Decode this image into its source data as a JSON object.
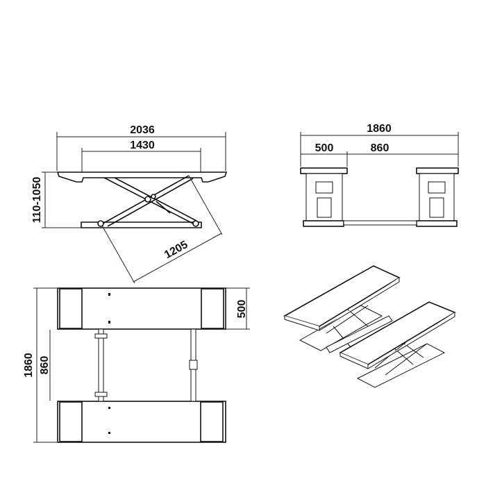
{
  "side_view": {
    "overall_length": "2036",
    "platform_inner_length": "1430",
    "height_range": "110-1050",
    "diagonal_length": "1205"
  },
  "front_view": {
    "overall_width": "1860",
    "platform_width": "500",
    "gap_width": "860"
  },
  "top_view": {
    "platform_width": "500",
    "overall_width": "1860",
    "gap_width": "860"
  },
  "colors": {
    "line": "#111111",
    "background": "#ffffff"
  }
}
